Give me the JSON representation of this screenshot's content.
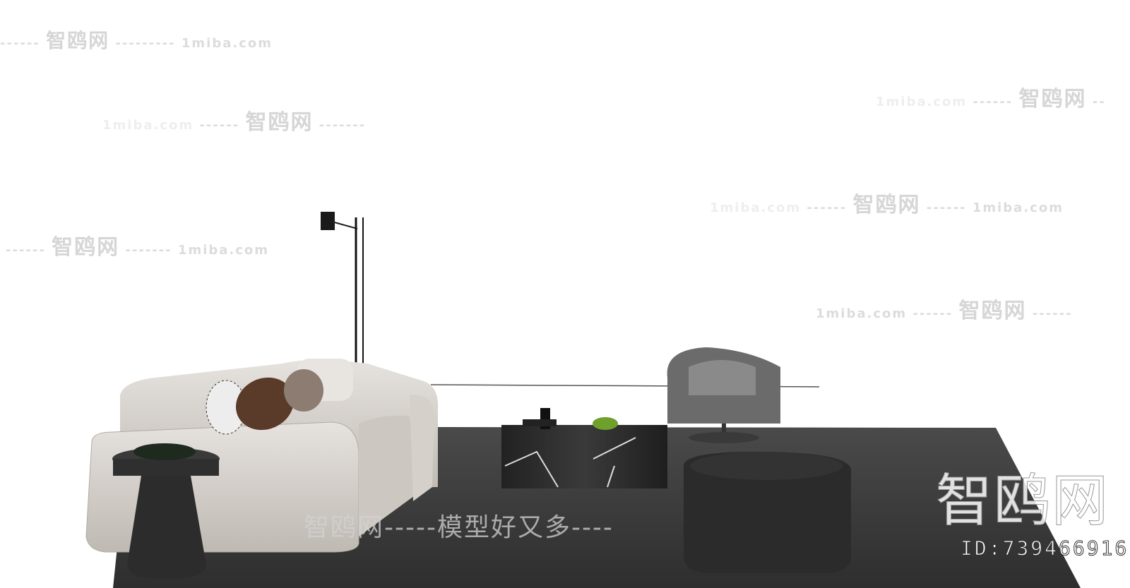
{
  "scene": {
    "description_colors": {
      "background": "#ffffff",
      "rug": "#3b3b3b",
      "sofa": "#d9d4cf",
      "side_table": "#2f2f30",
      "ottoman": "#2b2b2c",
      "armchair": "#6a6a6a",
      "marble": "#111111"
    }
  },
  "watermarks": {
    "brand": "智鸥网",
    "site": "1miba.com",
    "slogan": "智鸥网-----模型好又多----",
    "id": "ID:739466916"
  }
}
